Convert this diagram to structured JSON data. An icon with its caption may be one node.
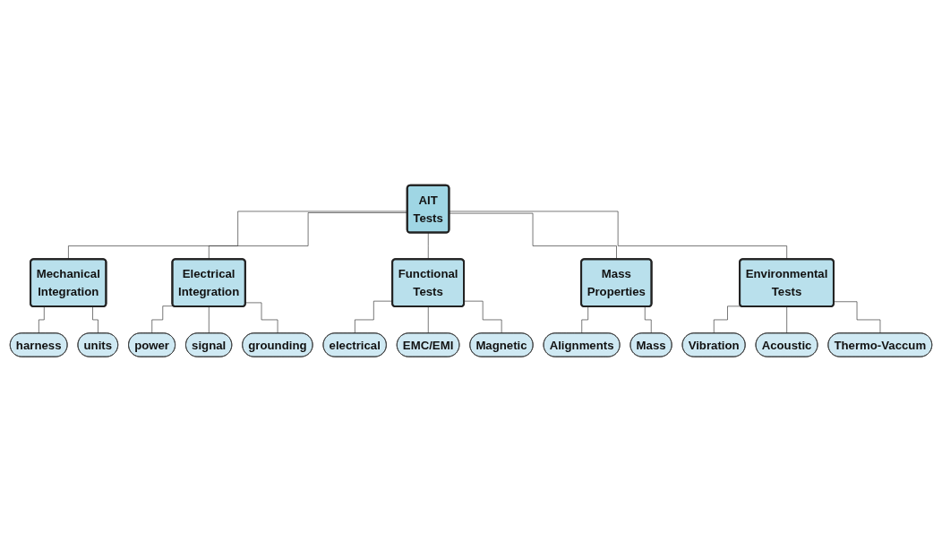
{
  "diagram": {
    "nodes": [
      {
        "text": [
          "AIT Tests"
        ]
      },
      {
        "text": [
          "Mechanical Integration"
        ]
      },
      {
        "text": [
          "Electrical Integration"
        ]
      },
      {
        "text": [
          "Functional Tests"
        ]
      },
      {
        "text": [
          "Mass Properties"
        ]
      },
      {
        "text": [
          "Environmental Tests"
        ]
      },
      {
        "text": [
          "harness"
        ]
      },
      {
        "text": [
          "units"
        ]
      },
      {
        "text": [
          "power"
        ]
      },
      {
        "text": [
          "signal"
        ]
      },
      {
        "text": [
          "grounding"
        ]
      },
      {
        "text": [
          "electrical"
        ]
      },
      {
        "text": [
          "EMC/EMI"
        ]
      },
      {
        "text": [
          "Magnetic"
        ]
      },
      {
        "text": [
          "Alignments"
        ]
      },
      {
        "text": [
          "Mass"
        ]
      },
      {
        "text": [
          "Vibration"
        ]
      },
      {
        "text": [
          "Acoustic"
        ]
      },
      {
        "text": [
          "Thermo-Vaccum"
        ]
      }
    ],
    "edges": [
      {
        "from": 0,
        "to": 1,
        "arrow": "none"
      },
      {
        "from": 0,
        "to": 2,
        "arrow": "none"
      },
      {
        "from": 0,
        "to": 3,
        "arrow": "none"
      },
      {
        "from": 0,
        "to": 4,
        "arrow": "none"
      },
      {
        "from": 0,
        "to": 5,
        "arrow": "none"
      },
      {
        "from": 1,
        "to": 6,
        "arrow": "none"
      },
      {
        "from": 1,
        "to": 7,
        "arrow": "none"
      },
      {
        "from": 2,
        "to": 8,
        "arrow": "none"
      },
      {
        "from": 2,
        "to": 9,
        "arrow": "none"
      },
      {
        "from": 2,
        "to": 10,
        "arrow": "none"
      },
      {
        "from": 3,
        "to": 11,
        "arrow": "none"
      },
      {
        "from": 3,
        "to": 12,
        "arrow": "none"
      },
      {
        "from": 3,
        "to": 13,
        "arrow": "none"
      },
      {
        "from": 4,
        "to": 14,
        "arrow": "none"
      },
      {
        "from": 4,
        "to": 15,
        "arrow": "none"
      },
      {
        "from": 5,
        "to": 16,
        "arrow": "none"
      },
      {
        "from": 5,
        "to": 17,
        "arrow": "none"
      },
      {
        "from": 5,
        "to": 18,
        "arrow": "none"
      }
    ]
  }
}
